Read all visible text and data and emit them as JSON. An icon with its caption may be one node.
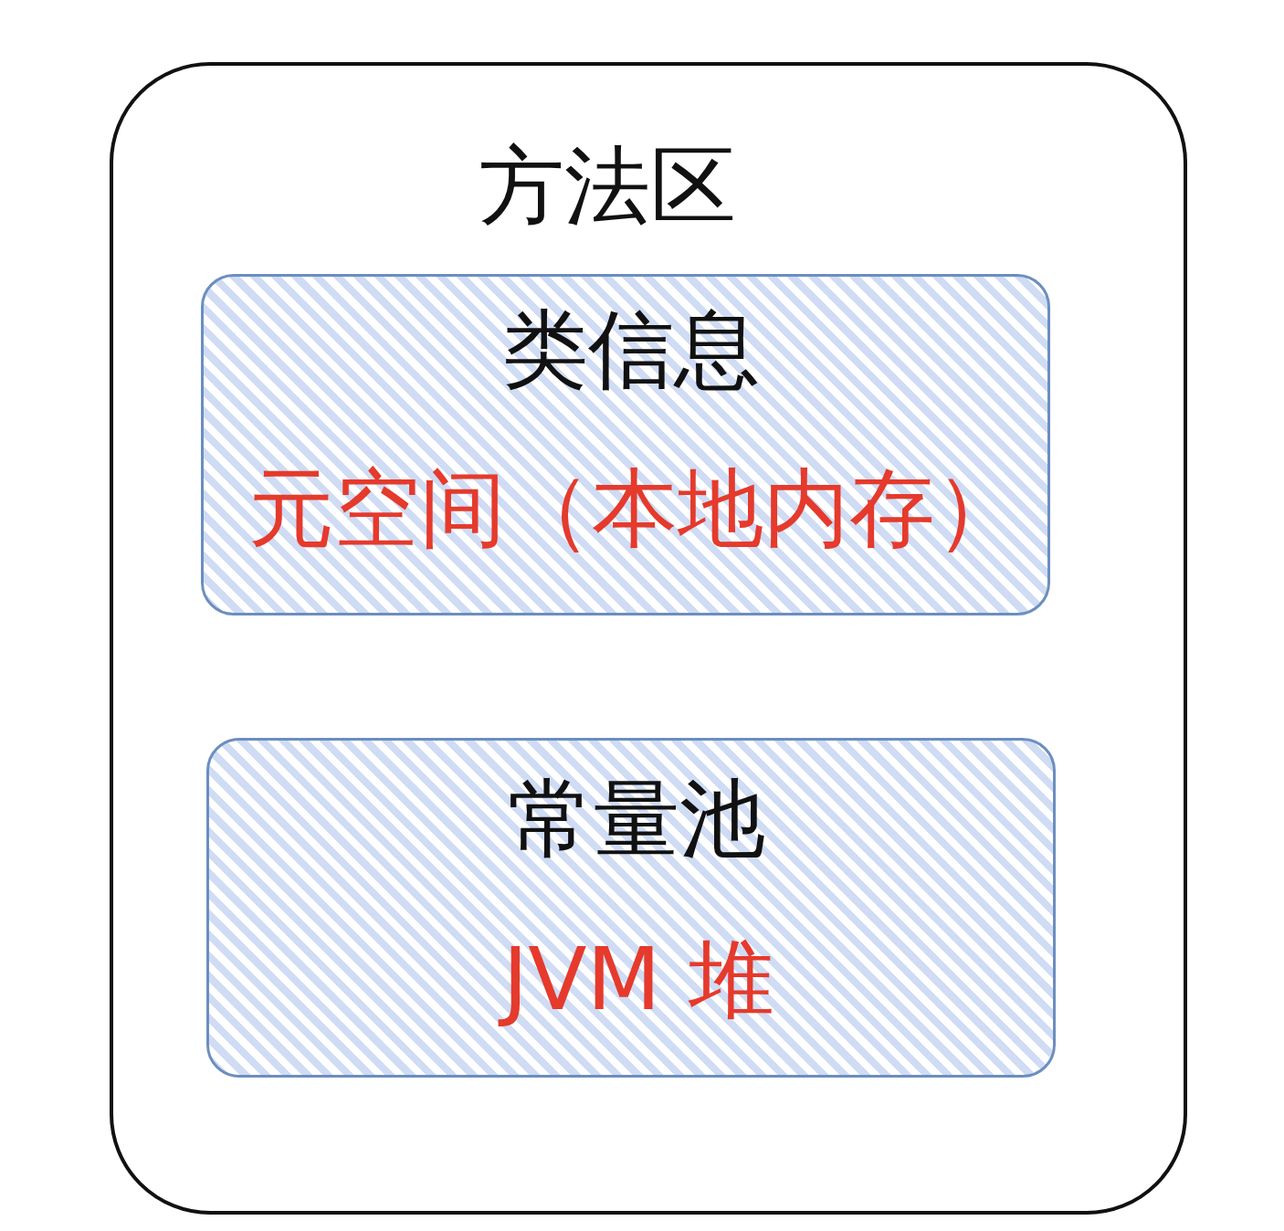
{
  "diagram": {
    "nodes": [
      {
        "text": [
          "方法区"
        ]
      },
      {
        "text": [
          "类信息",
          "元空间（本地内存）"
        ],
        "in": 0
      },
      {
        "text": [
          "常量池",
          "JVM 堆"
        ],
        "in": 0
      }
    ]
  }
}
